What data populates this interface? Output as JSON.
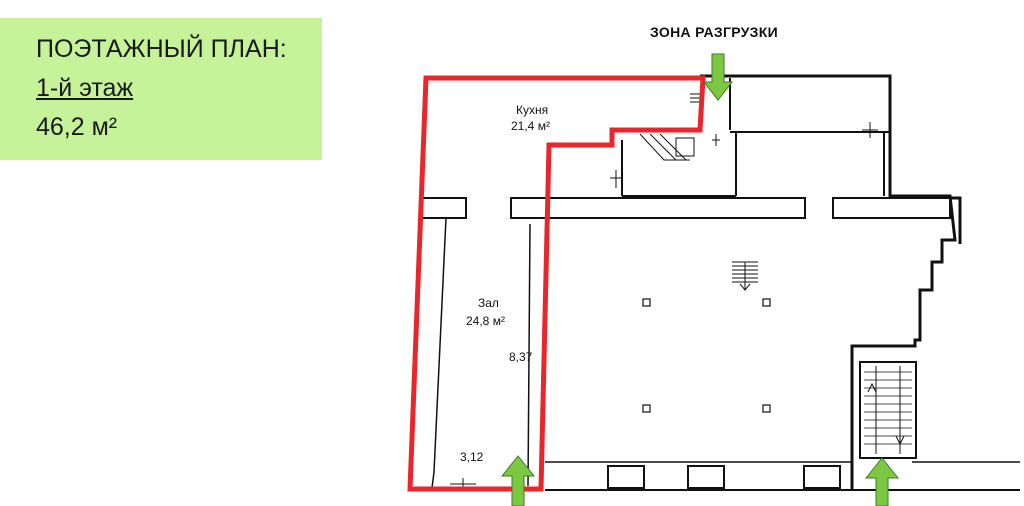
{
  "legend": {
    "title": "ПОЭТАЖНЫЙ ПЛАН:",
    "floor": "1-й этаж",
    "area": "46,2 м²",
    "bg_color": "#c6f39a"
  },
  "annotations": {
    "unloading_zone": "ЗОНА РАЗГРУЗКИ"
  },
  "rooms": {
    "kitchen": {
      "name": "Кухня",
      "area": "21,4 м²"
    },
    "hall": {
      "name": "Зал",
      "area": "24,8 м²"
    }
  },
  "dimensions": {
    "length": "8,37",
    "width": "3,12"
  },
  "colors": {
    "highlight": "#e8262b",
    "wall": "#111111",
    "arrow": "#7dc843"
  },
  "icons": [
    "entrance-arrow-icon",
    "stairs-icon"
  ]
}
